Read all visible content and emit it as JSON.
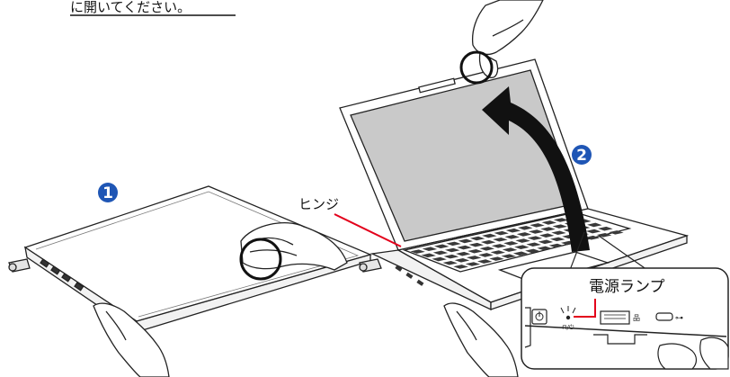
{
  "heading_partial": "に開いてください。",
  "steps": [
    "1",
    "2"
  ],
  "labels": {
    "hinge": "ヒンジ",
    "power_lamp": "電源ランプ"
  },
  "colors": {
    "step_badge": "#1f56b5",
    "callout_line": "#e3001b",
    "screen_fill": "#c9c9c9",
    "line": "#222222"
  }
}
